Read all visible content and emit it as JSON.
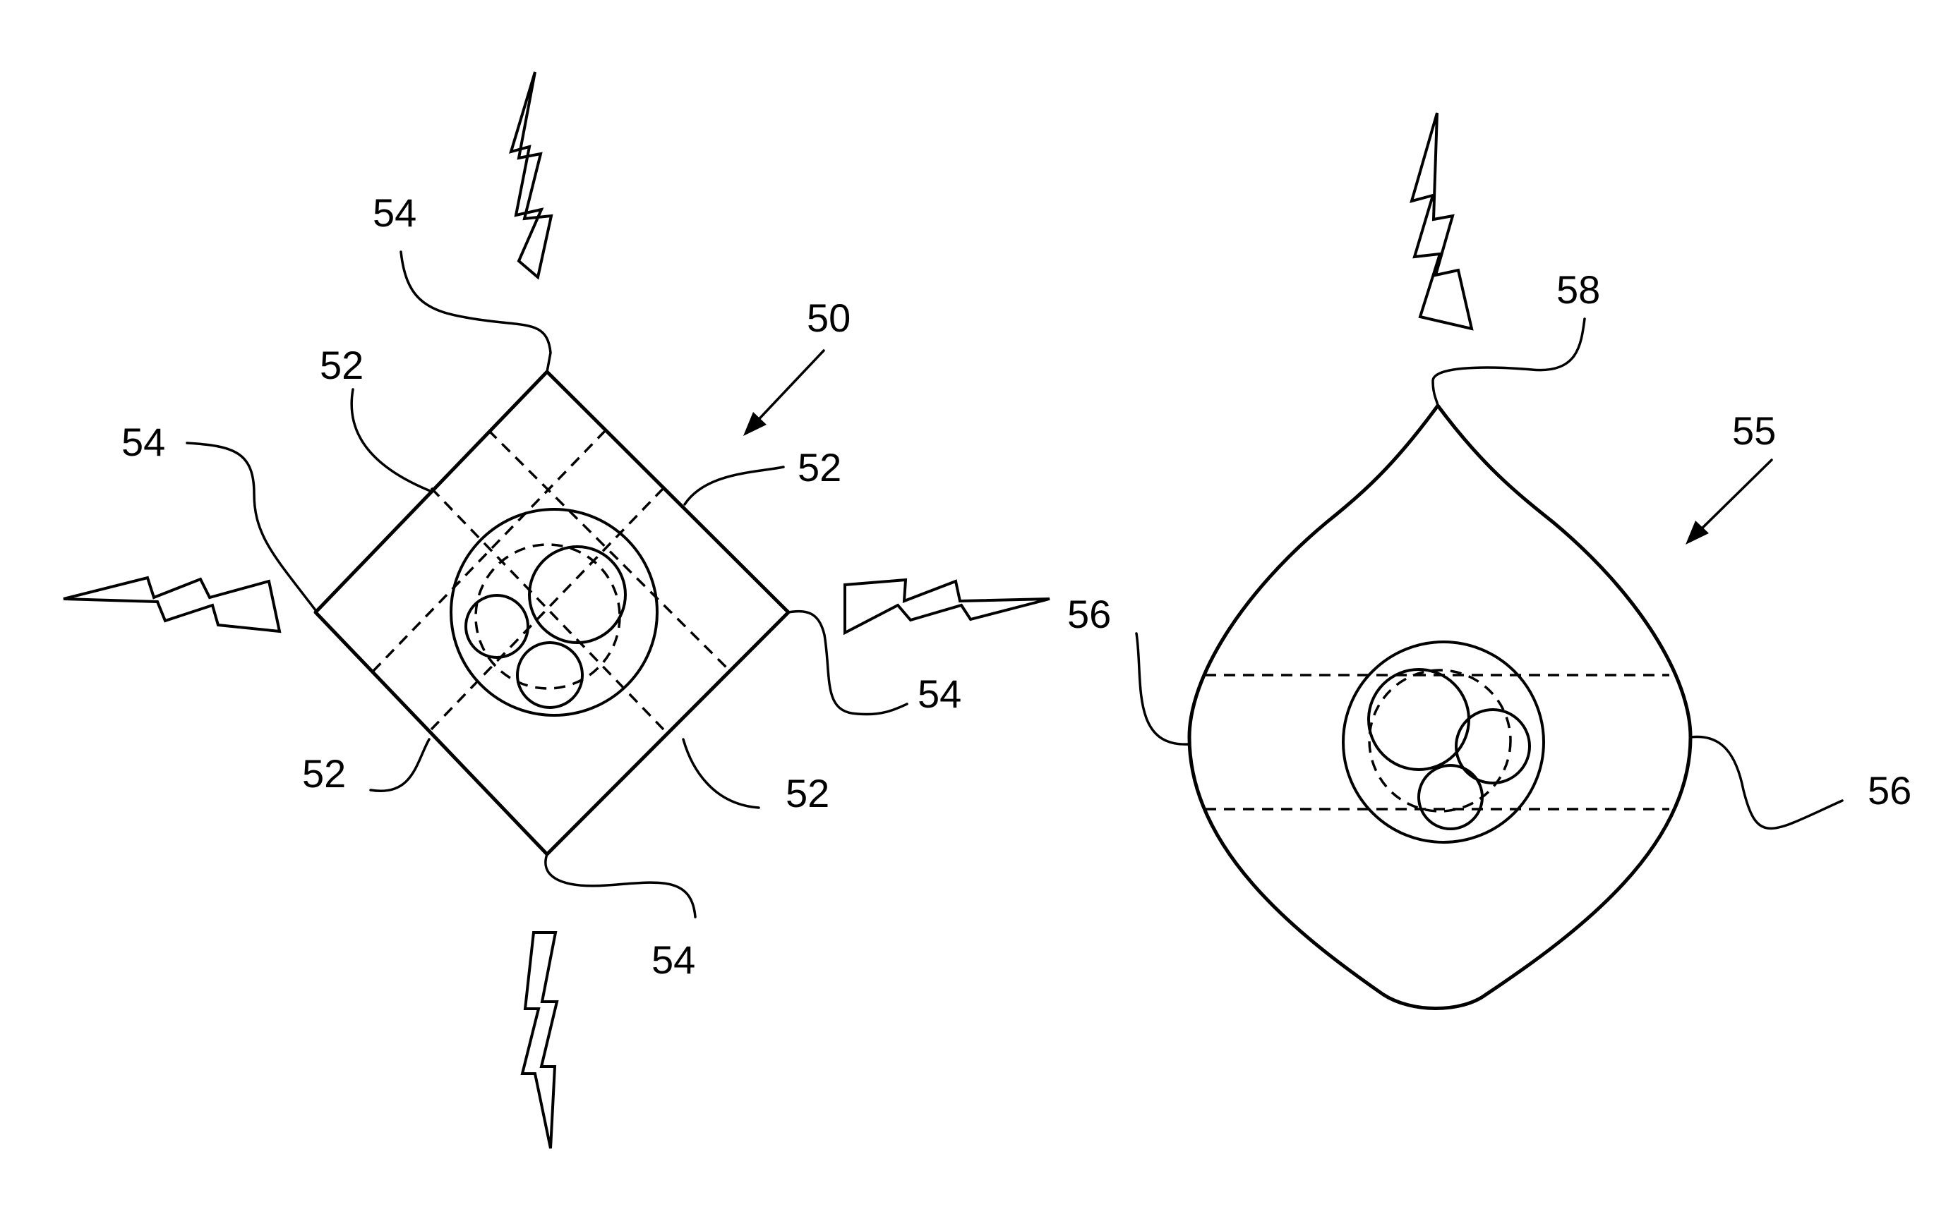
{
  "figure": {
    "labels": {
      "ref_50": "50",
      "ref_55": "55",
      "ref_52": "52",
      "ref_54": "54",
      "ref_56": "56",
      "ref_58": "58"
    },
    "icons": [
      "lightning-bolt-icon",
      "arrow-icon"
    ]
  }
}
